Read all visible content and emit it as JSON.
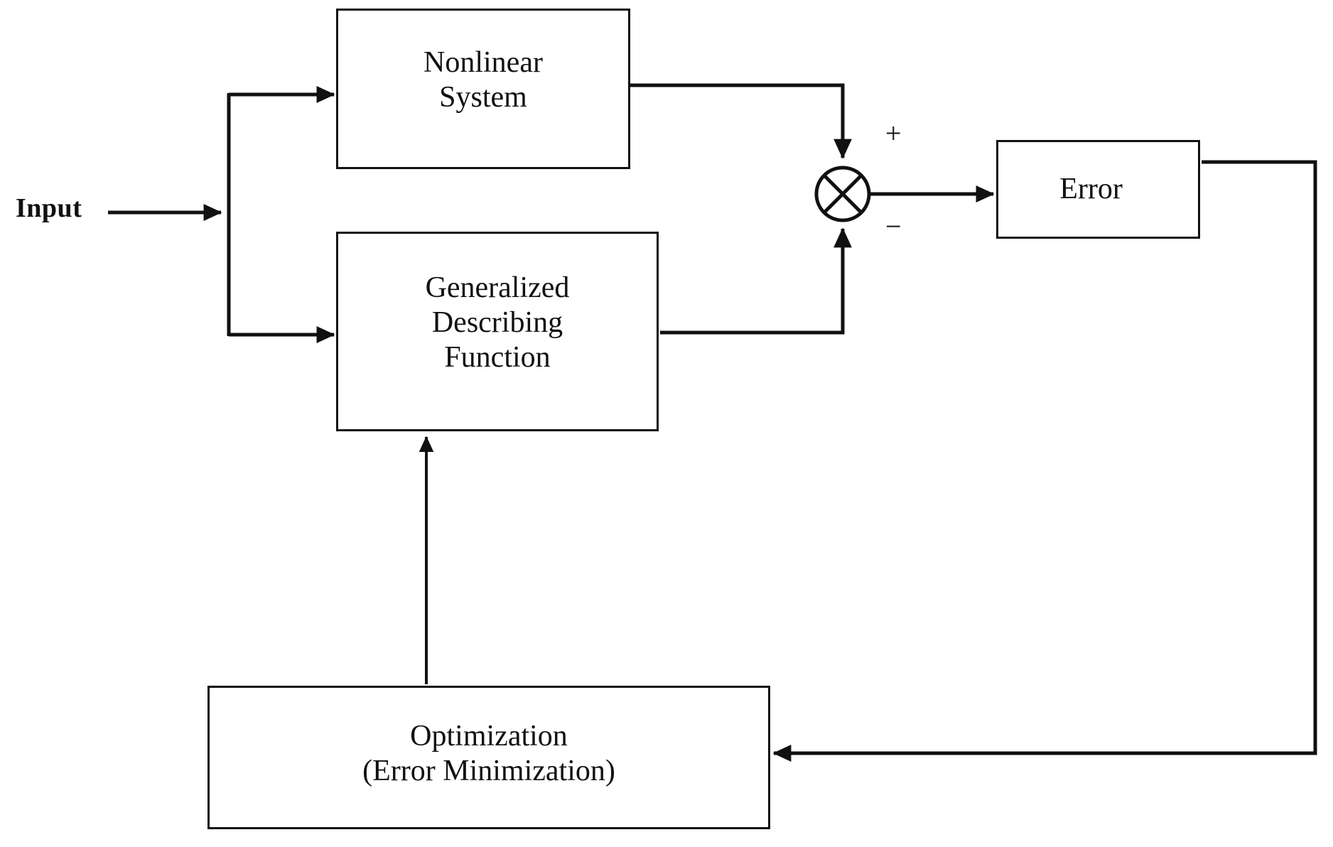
{
  "diagram": {
    "title": "Generalized describing function identification block diagram",
    "background_color": "#ffffff",
    "line_color": "#111111",
    "blocks": [
      {
        "id": "nonlinear-system",
        "label": "Nonlinear\nSystem"
      },
      {
        "id": "generalized-describing-function",
        "label": "Generalized\nDescribing\nFunction"
      },
      {
        "id": "error",
        "label": "Error"
      },
      {
        "id": "optimization",
        "label": "Optimization\n(Error Minimization)"
      }
    ],
    "annotations": {
      "input_label": "Input",
      "plus_sign": "+",
      "minus_sign": "−"
    },
    "junction": {
      "type": "summing-junction",
      "symbol": "circle-with-x",
      "inputs": [
        {
          "from": "nonlinear-system",
          "sign": "+",
          "side": "top"
        },
        {
          "from": "generalized-describing-function",
          "sign": "−",
          "side": "bottom"
        }
      ],
      "output": "error"
    },
    "connections": [
      {
        "from": "input",
        "to": "branch-node"
      },
      {
        "from": "branch-node",
        "to": "nonlinear-system"
      },
      {
        "from": "branch-node",
        "to": "generalized-describing-function"
      },
      {
        "from": "nonlinear-system",
        "to": "summing-junction",
        "sign": "+"
      },
      {
        "from": "generalized-describing-function",
        "to": "summing-junction",
        "sign": "−"
      },
      {
        "from": "summing-junction",
        "to": "error"
      },
      {
        "from": "error",
        "to": "optimization"
      },
      {
        "from": "optimization",
        "to": "generalized-describing-function"
      }
    ]
  }
}
